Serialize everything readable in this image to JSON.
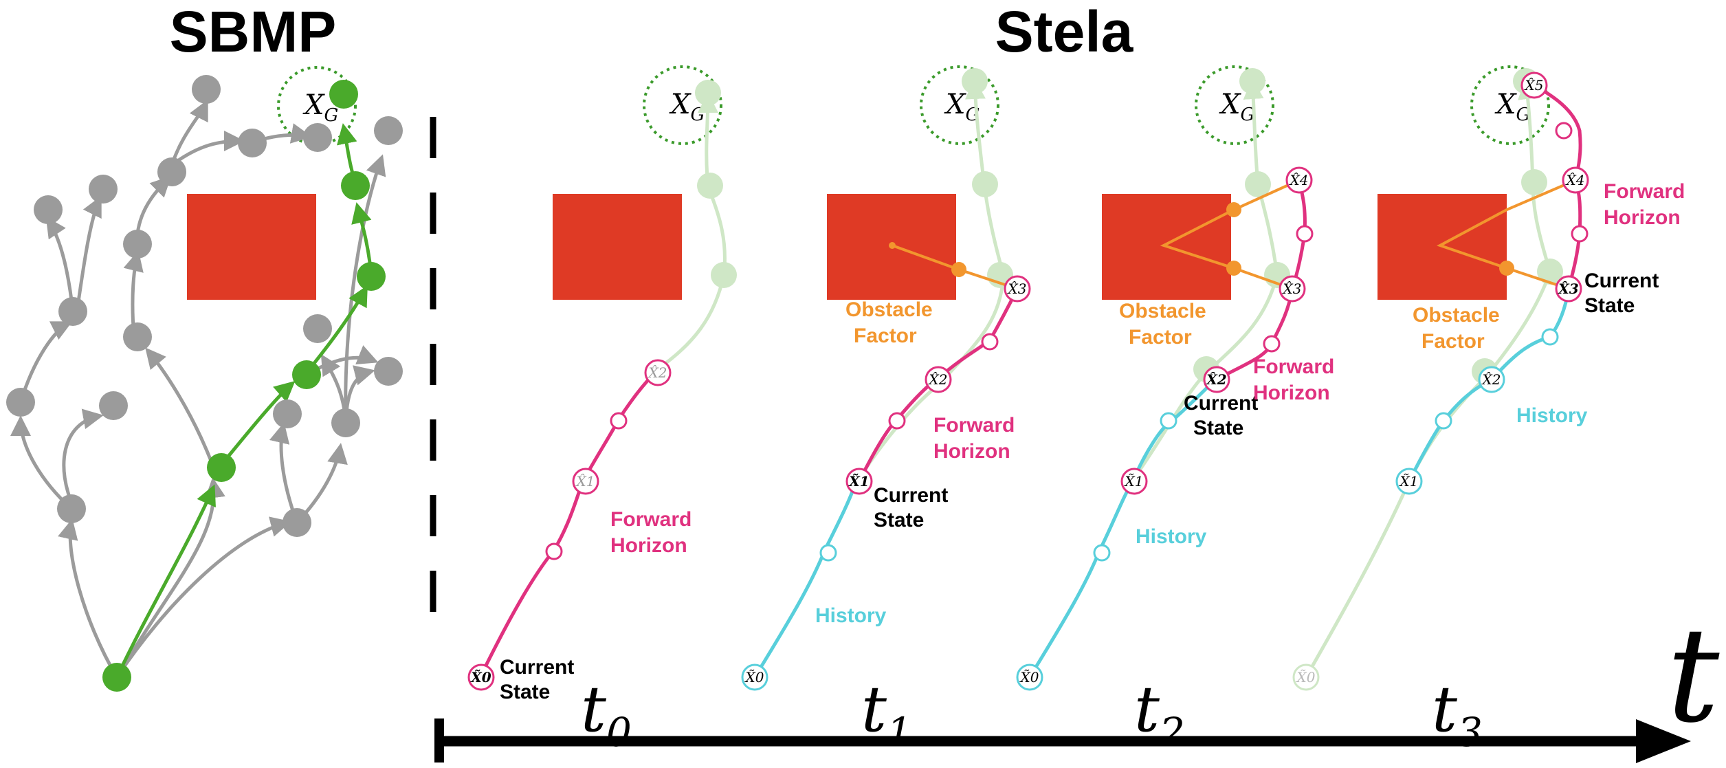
{
  "titles": {
    "left": "SBMP",
    "right": "Stela"
  },
  "colors": {
    "grey": "#9b9b9b",
    "green": "#4aaa2b",
    "ghost_green": "#cfe7c6",
    "pink": "#e0317f",
    "cyan": "#58cfdb",
    "orange": "#f2962e",
    "obstacle": "#df3a25",
    "goal_ring": "#3a9a2a"
  },
  "goal_label": "X_G",
  "labels": {
    "current_state": [
      "Current",
      "State"
    ],
    "forward_horizon": [
      "Forward",
      "Horizon"
    ],
    "history": "History",
    "obstacle_factor": [
      "Obstacle",
      "Factor"
    ]
  },
  "panels": [
    {
      "time": "t",
      "sub": "0",
      "nodes": [
        "X̃0",
        "X̂1",
        "X̂2"
      ]
    },
    {
      "time": "t",
      "sub": "1",
      "nodes": [
        "X̃0",
        "X̃1",
        "X̂2",
        "X̂3"
      ]
    },
    {
      "time": "t",
      "sub": "2",
      "nodes": [
        "X̃0",
        "X̃1",
        "X̂2",
        "X̂3",
        "X̂4"
      ]
    },
    {
      "time": "t",
      "sub": "3",
      "nodes": [
        "X̃0",
        "X̃1",
        "X̂2",
        "X̂3",
        "X̂4",
        "X̂5"
      ]
    }
  ],
  "axis_label": "t"
}
